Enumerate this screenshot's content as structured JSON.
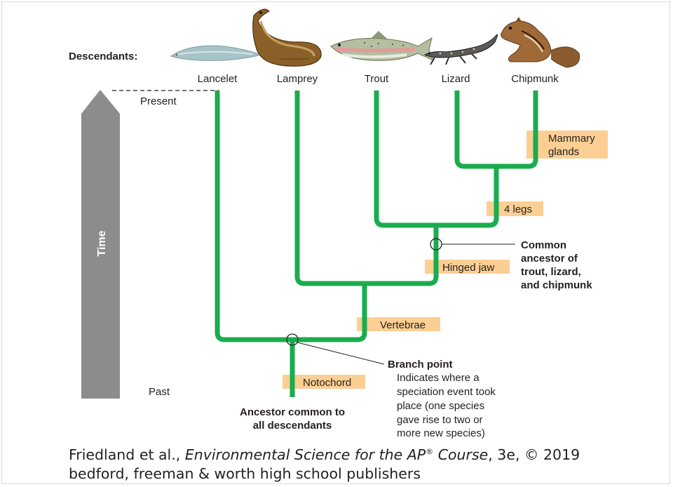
{
  "descendants_label": "Descendants:",
  "descendants": [
    {
      "name": "Lancelet",
      "icon": "lancelet-icon"
    },
    {
      "name": "Lamprey",
      "icon": "lamprey-icon"
    },
    {
      "name": "Trout",
      "icon": "trout-icon"
    },
    {
      "name": "Lizard",
      "icon": "lizard-icon"
    },
    {
      "name": "Chipmunk",
      "icon": "chipmunk-icon"
    }
  ],
  "time": {
    "axis_label": "Time",
    "present": "Present",
    "past": "Past"
  },
  "traits": {
    "notochord": "Notochord",
    "vertebrae": "Vertebrae",
    "hinged_jaw": "Hinged jaw",
    "four_legs": "4 legs",
    "mammary": [
      "Mammary",
      "glands"
    ]
  },
  "common_ancestor": [
    "Common",
    "ancestor of",
    "trout, lizard,",
    "and chipmunk"
  ],
  "branch_point": {
    "title": "Branch point",
    "description": [
      "Indicates where a",
      "speciation event took",
      "place (one species",
      "gave rise to two or",
      "more new species)"
    ]
  },
  "root": [
    "Ancestor common to",
    "all descendants"
  ],
  "credit": {
    "authors": "Friedland et al., ",
    "book_title": "Environmental Science for the AP",
    "registered": "®",
    "book_title_end": " Course",
    "edition": ", 3e, © 2019",
    "publisher": "bedford, freeman & worth high school publishers"
  },
  "colors": {
    "branch": "#1aac4e",
    "trait_box": "#fbcf94",
    "arrow": "#8c8c8c"
  }
}
